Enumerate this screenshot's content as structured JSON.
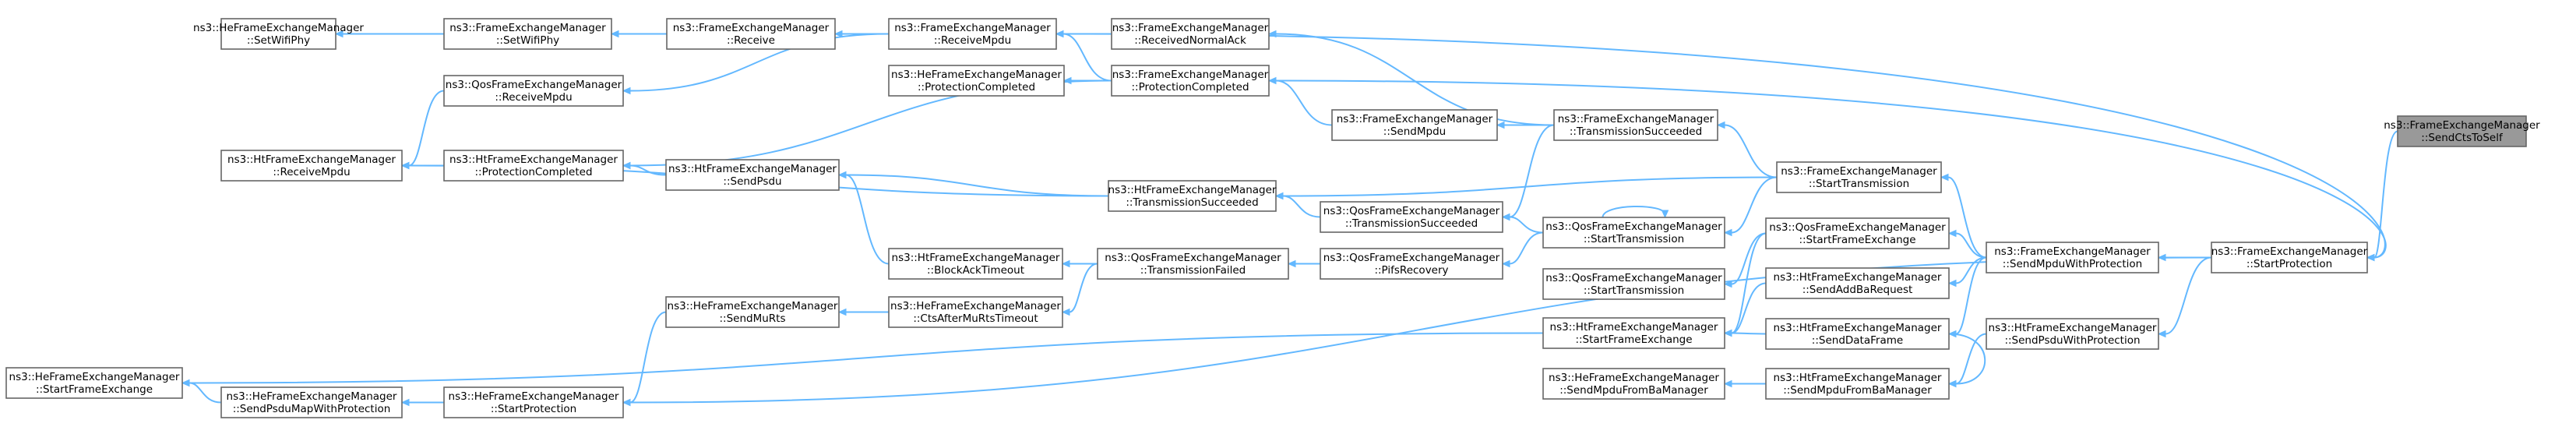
{
  "nodes": [
    {
      "id": "n_root",
      "line1": "ns3::FrameExchangeManager",
      "line2": "::SendCtsToSelf",
      "root": true
    },
    {
      "id": "n1",
      "line1": "ns3::HeFrameExchangeManager",
      "line2": "::SetWifiPhy"
    },
    {
      "id": "n2",
      "line1": "ns3::FrameExchangeManager",
      "line2": "::SetWifiPhy"
    },
    {
      "id": "n3",
      "line1": "ns3::FrameExchangeManager",
      "line2": "::Receive"
    },
    {
      "id": "n4",
      "line1": "ns3::FrameExchangeManager",
      "line2": "::ReceiveMpdu"
    },
    {
      "id": "n5",
      "line1": "ns3::FrameExchangeManager",
      "line2": "::ReceivedNormalAck"
    },
    {
      "id": "n6",
      "line1": "ns3::QosFrameExchangeManager",
      "line2": "::ReceiveMpdu"
    },
    {
      "id": "n7",
      "line1": "ns3::HeFrameExchangeManager",
      "line2": "::ProtectionCompleted"
    },
    {
      "id": "n8",
      "line1": "ns3::FrameExchangeManager",
      "line2": "::ProtectionCompleted"
    },
    {
      "id": "n9",
      "line1": "ns3::FrameExchangeManager",
      "line2": "::SendMpdu"
    },
    {
      "id": "n10",
      "line1": "ns3::FrameExchangeManager",
      "line2": "::TransmissionSucceeded"
    },
    {
      "id": "n11",
      "line1": "ns3::HtFrameExchangeManager",
      "line2": "::ReceiveMpdu"
    },
    {
      "id": "n12",
      "line1": "ns3::HtFrameExchangeManager",
      "line2": "::ProtectionCompleted"
    },
    {
      "id": "n13",
      "line1": "ns3::HtFrameExchangeManager",
      "line2": "::SendPsdu"
    },
    {
      "id": "n14",
      "line1": "ns3::HtFrameExchangeManager",
      "line2": "::TransmissionSucceeded"
    },
    {
      "id": "n15",
      "line1": "ns3::FrameExchangeManager",
      "line2": "::StartTransmission"
    },
    {
      "id": "n16",
      "line1": "ns3::QosFrameExchangeManager",
      "line2": "::TransmissionSucceeded"
    },
    {
      "id": "n17",
      "line1": "ns3::QosFrameExchangeManager",
      "line2": "::StartTransmission"
    },
    {
      "id": "n18",
      "line1": "ns3::QosFrameExchangeManager",
      "line2": "::StartFrameExchange"
    },
    {
      "id": "n19",
      "line1": "ns3::FrameExchangeManager",
      "line2": "::SendMpduWithProtection"
    },
    {
      "id": "n20",
      "line1": "ns3::FrameExchangeManager",
      "line2": "::StartProtection"
    },
    {
      "id": "n21",
      "line1": "ns3::HtFrameExchangeManager",
      "line2": "::BlockAckTimeout"
    },
    {
      "id": "n22",
      "line1": "ns3::QosFrameExchangeManager",
      "line2": "::TransmissionFailed"
    },
    {
      "id": "n23",
      "line1": "ns3::QosFrameExchangeManager",
      "line2": "::PifsRecovery"
    },
    {
      "id": "n24",
      "line1": "ns3::QosFrameExchangeManager",
      "line2": "::StartTransmission"
    },
    {
      "id": "n25",
      "line1": "ns3::HtFrameExchangeManager",
      "line2": "::SendAddBaRequest"
    },
    {
      "id": "n26",
      "line1": "ns3::HeFrameExchangeManager",
      "line2": "::SendMuRts"
    },
    {
      "id": "n27",
      "line1": "ns3::HeFrameExchangeManager",
      "line2": "::CtsAfterMuRtsTimeout"
    },
    {
      "id": "n28",
      "line1": "ns3::HtFrameExchangeManager",
      "line2": "::StartFrameExchange"
    },
    {
      "id": "n29",
      "line1": "ns3::HtFrameExchangeManager",
      "line2": "::SendDataFrame"
    },
    {
      "id": "n30",
      "line1": "ns3::HtFrameExchangeManager",
      "line2": "::SendPsduWithProtection"
    },
    {
      "id": "n31",
      "line1": "ns3::HeFrameExchangeManager",
      "line2": "::StartFrameExchange"
    },
    {
      "id": "n32",
      "line1": "ns3::HeFrameExchangeManager",
      "line2": "::SendPsduMapWithProtection"
    },
    {
      "id": "n33",
      "line1": "ns3::HeFrameExchangeManager",
      "line2": "::StartProtection"
    },
    {
      "id": "n34",
      "line1": "ns3::HeFrameExchangeManager",
      "line2": "::SendMpduFromBaManager"
    },
    {
      "id": "n35",
      "line1": "ns3::HtFrameExchangeManager",
      "line2": "::SendMpduFromBaManager"
    }
  ],
  "edges": [
    [
      "n1",
      "n2"
    ],
    [
      "n2",
      "n3"
    ],
    [
      "n3",
      "n4"
    ],
    [
      "n4",
      "n5"
    ],
    [
      "n4",
      "n8"
    ],
    [
      "n6",
      "n4"
    ],
    [
      "n11",
      "n6"
    ],
    [
      "n11",
      "n12"
    ],
    [
      "n12",
      "n8"
    ],
    [
      "n7",
      "n8"
    ],
    [
      "n8",
      "n9"
    ],
    [
      "n9",
      "n10"
    ],
    [
      "n5",
      "n10"
    ],
    [
      "n12",
      "n13"
    ],
    [
      "n11",
      "n14"
    ],
    [
      "n13",
      "n14"
    ],
    [
      "n13",
      "n21"
    ],
    [
      "n14",
      "n16"
    ],
    [
      "n14",
      "n15"
    ],
    [
      "n10",
      "n15"
    ],
    [
      "n16",
      "n10"
    ],
    [
      "n16",
      "n17"
    ],
    [
      "n17",
      "n17"
    ],
    [
      "n17",
      "n15"
    ],
    [
      "n23",
      "n17"
    ],
    [
      "n15",
      "n19"
    ],
    [
      "n18",
      "n19"
    ],
    [
      "n25",
      "n19"
    ],
    [
      "n29",
      "n19"
    ],
    [
      "n24",
      "n18"
    ],
    [
      "n28",
      "n18"
    ],
    [
      "n28",
      "n25"
    ],
    [
      "n28",
      "n29"
    ],
    [
      "n35",
      "n29"
    ],
    [
      "n31",
      "n28"
    ],
    [
      "n21",
      "n22"
    ],
    [
      "n27",
      "n22"
    ],
    [
      "n22",
      "n23"
    ],
    [
      "n26",
      "n27"
    ],
    [
      "n33",
      "n26"
    ],
    [
      "n32",
      "n33"
    ],
    [
      "n31",
      "n32"
    ],
    [
      "n34",
      "n35"
    ],
    [
      "n35",
      "n30"
    ],
    [
      "n19",
      "n20"
    ],
    [
      "n30",
      "n20"
    ],
    [
      "n33",
      "n20"
    ],
    [
      "n20",
      "n8"
    ],
    [
      "n20",
      "n4"
    ],
    [
      "n20",
      "n_root"
    ]
  ]
}
